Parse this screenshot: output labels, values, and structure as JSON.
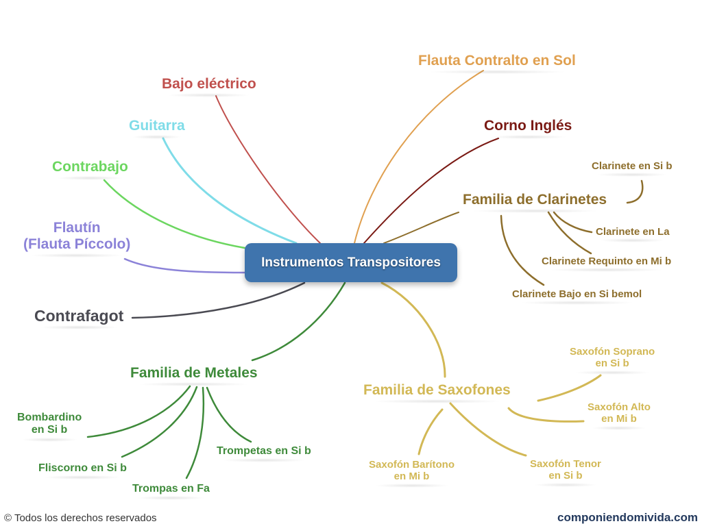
{
  "title": "Instrumentos Transpositores",
  "colors": {
    "center_fill": "#3f74ad",
    "bajo_electrico": "#c0504d",
    "guitarra": "#7fdce8",
    "contrabajo": "#6cd660",
    "flautin": "#8b82d8",
    "contrafagot": "#4a4a52",
    "flauta_contralto": "#e0a050",
    "corno_ingles": "#7a1a14",
    "clarinetes": "#8d6e2c",
    "saxofones": "#d2b855",
    "metales": "#3e8a3a",
    "footer_brand": "#23395d"
  },
  "branches": {
    "bajo_electrico": "Bajo eléctrico",
    "guitarra": "Guitarra",
    "contrabajo": "Contrabajo",
    "flautin": {
      "line1": "Flautín",
      "line2": "(Flauta Píccolo)"
    },
    "contrafagot": "Contrafagot",
    "flauta_contralto": "Flauta Contralto en Sol",
    "corno_ingles": "Corno Inglés",
    "clarinetes": {
      "label": "Familia de Clarinetes",
      "children": [
        "Clarinete en Si b",
        "Clarinete en La",
        "Clarinete Requinto en Mi b",
        "Clarinete Bajo en Si bemol"
      ]
    },
    "saxofones": {
      "label": "Familia de Saxofones",
      "children": [
        {
          "line1": "Saxofón Soprano",
          "line2": "en Si b"
        },
        {
          "line1": "Saxofón Alto",
          "line2": "en Mi b"
        },
        {
          "line1": "Saxofón Tenor",
          "line2": "en Si b"
        },
        {
          "line1": "Saxofón Barítono",
          "line2": "en Mi b"
        }
      ]
    },
    "metales": {
      "label": "Familia de Metales",
      "children": [
        {
          "line1": "Bombardino",
          "line2": "en Si b"
        },
        {
          "line1": "Fliscorno en Si b"
        },
        {
          "line1": "Trompas en Fa"
        },
        {
          "line1": "Trompetas en Si b"
        }
      ]
    }
  },
  "footer": {
    "copyright": "© Todos los derechos reservados",
    "website": "componiendomivida.com"
  }
}
